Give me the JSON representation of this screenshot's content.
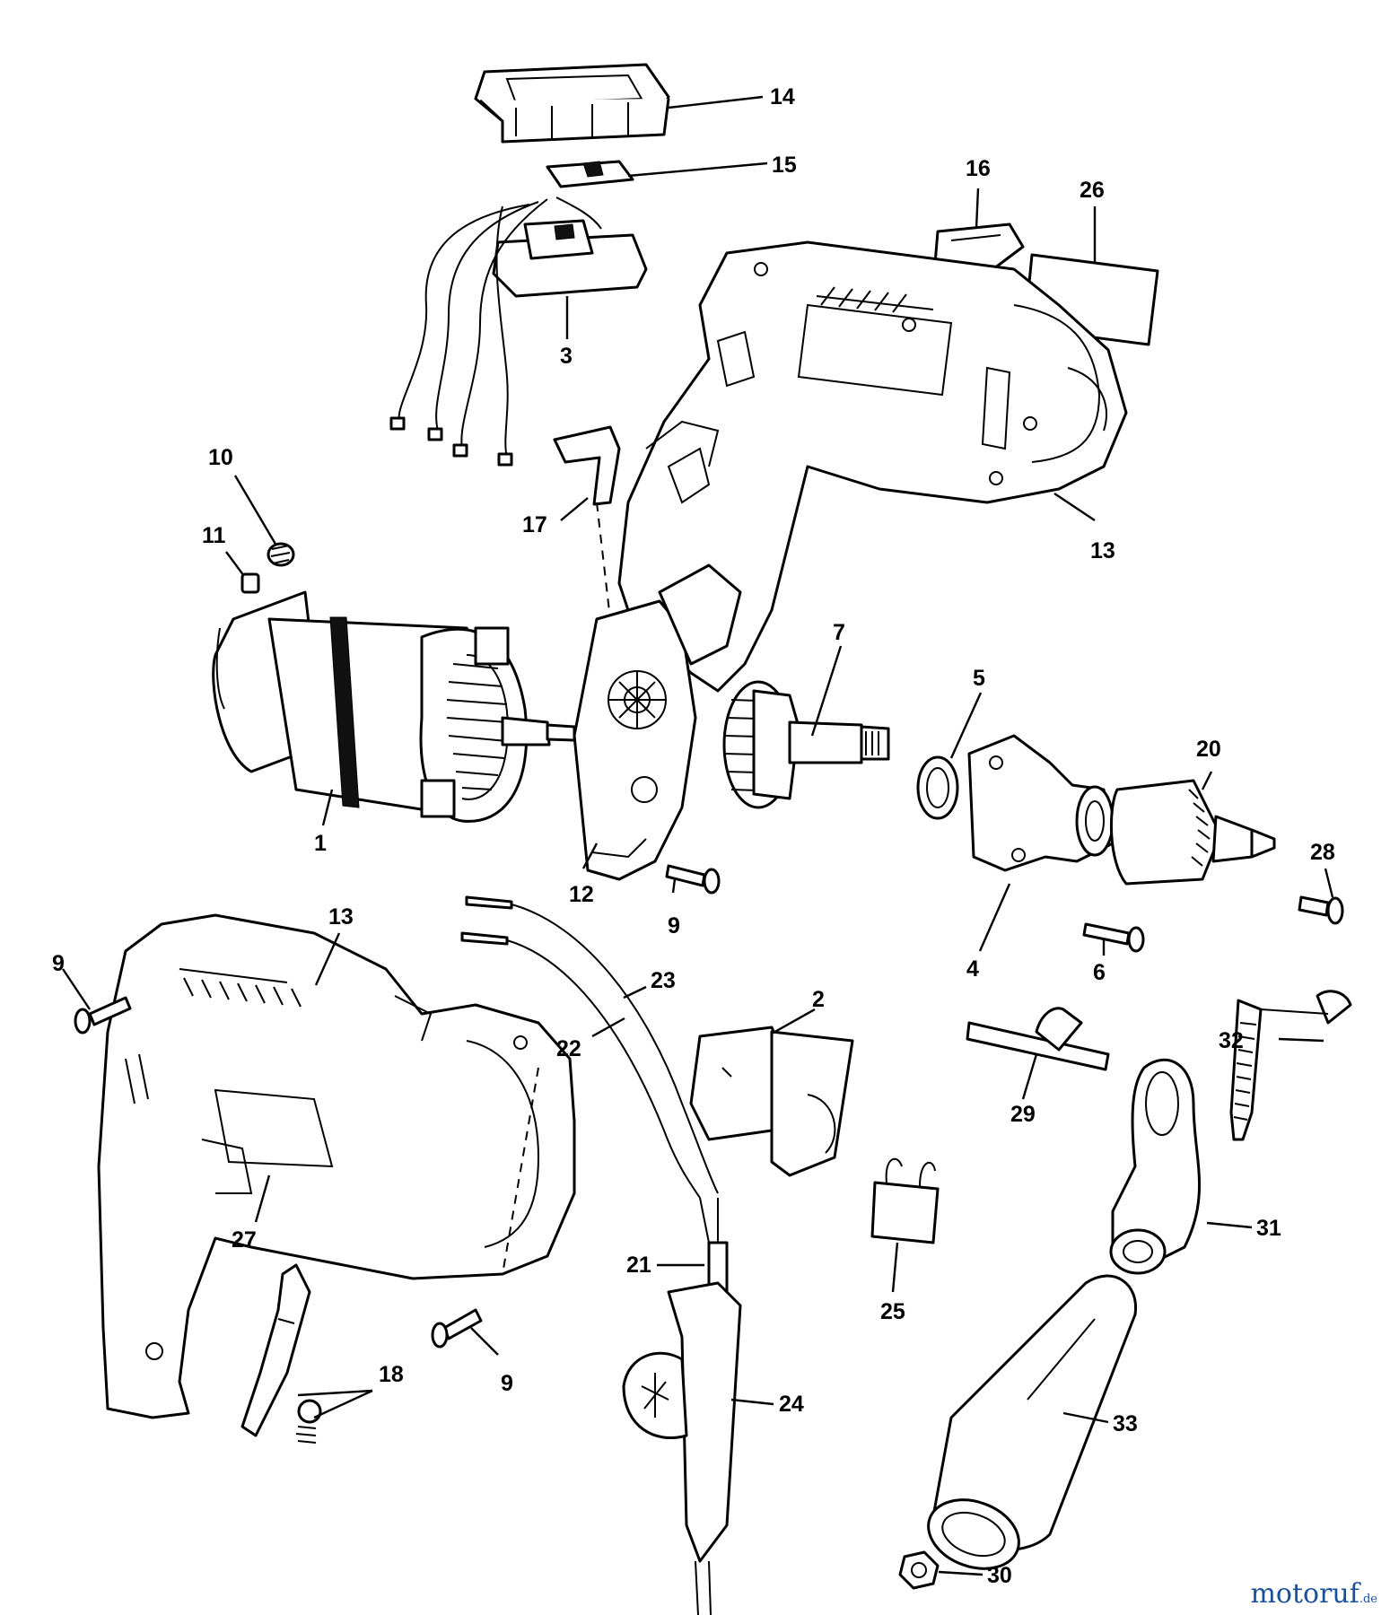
{
  "watermark": {
    "brand": "motoruf",
    "tld": ".de",
    "brand_color": "#1b4f9c"
  },
  "callouts": [
    {
      "id": "p14",
      "label": "14"
    },
    {
      "id": "p15",
      "label": "15"
    },
    {
      "id": "p16",
      "label": "16"
    },
    {
      "id": "p26",
      "label": "26"
    },
    {
      "id": "p3",
      "label": "3"
    },
    {
      "id": "p10",
      "label": "10"
    },
    {
      "id": "p11",
      "label": "11"
    },
    {
      "id": "p17",
      "label": "17"
    },
    {
      "id": "p13a",
      "label": "13"
    },
    {
      "id": "p7",
      "label": "7"
    },
    {
      "id": "p5",
      "label": "5"
    },
    {
      "id": "p20",
      "label": "20"
    },
    {
      "id": "p1",
      "label": "1"
    },
    {
      "id": "p12",
      "label": "12"
    },
    {
      "id": "p9a",
      "label": "9"
    },
    {
      "id": "p28",
      "label": "28"
    },
    {
      "id": "p4",
      "label": "4"
    },
    {
      "id": "p6",
      "label": "6"
    },
    {
      "id": "p13b",
      "label": "13"
    },
    {
      "id": "p9b",
      "label": "9"
    },
    {
      "id": "p23",
      "label": "23"
    },
    {
      "id": "p2",
      "label": "2"
    },
    {
      "id": "p22",
      "label": "22"
    },
    {
      "id": "p32",
      "label": "32"
    },
    {
      "id": "p29",
      "label": "29"
    },
    {
      "id": "p27",
      "label": "27"
    },
    {
      "id": "p31",
      "label": "31"
    },
    {
      "id": "p21",
      "label": "21"
    },
    {
      "id": "p25",
      "label": "25"
    },
    {
      "id": "p18",
      "label": "18"
    },
    {
      "id": "p9c",
      "label": "9"
    },
    {
      "id": "p24",
      "label": "24"
    },
    {
      "id": "p33",
      "label": "33"
    },
    {
      "id": "p30",
      "label": "30"
    }
  ]
}
